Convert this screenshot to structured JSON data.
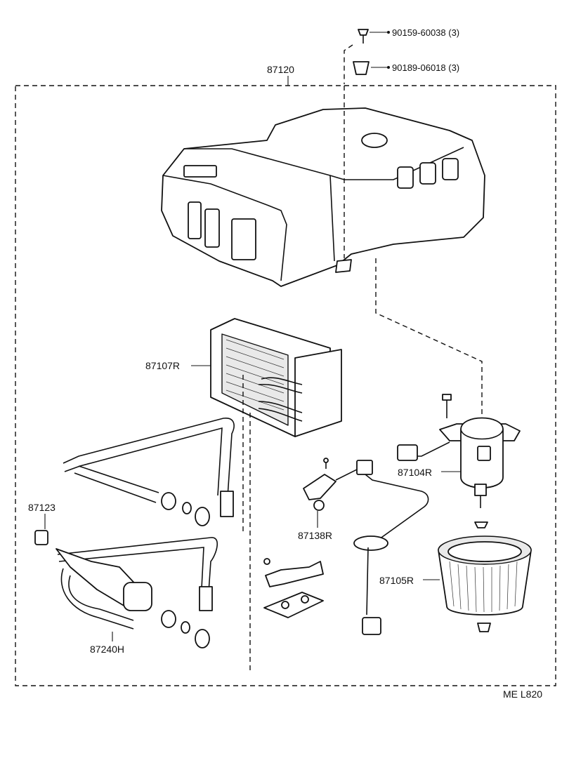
{
  "diagram": {
    "footer_code": "ME   L820",
    "parts": {
      "p87120": "87120",
      "p87107R": "87107R",
      "p87104R": "87104R",
      "p87138R": "87138R",
      "p87105R": "87105R",
      "p87123": "87123",
      "p87240H": "87240H"
    },
    "fasteners": {
      "f1": "90159-60038 (3)",
      "f2": "90189-06018 (3)"
    }
  }
}
